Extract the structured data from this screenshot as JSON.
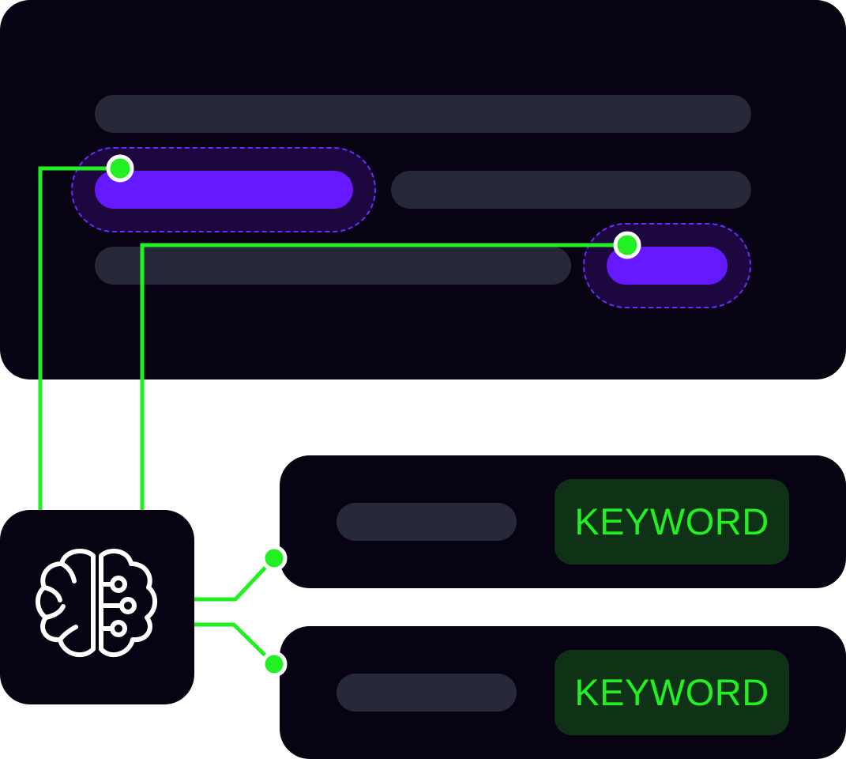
{
  "document": {
    "highlighted_segments": 2,
    "lines": 3
  },
  "ai_processor": {
    "icon": "brain-circuit-icon"
  },
  "results": [
    {
      "keyword": "KEYWORD"
    },
    {
      "keyword": "KEYWORD"
    }
  ],
  "colors": {
    "panel": "#080313",
    "text_bar": "#262739",
    "highlight_bar": "#6619fe",
    "highlight_region": "#1c083e",
    "highlight_border": "#6d2bff",
    "connector": "#23f023",
    "keyword_bg": "#0f3116",
    "keyword_text": "#23f023"
  }
}
